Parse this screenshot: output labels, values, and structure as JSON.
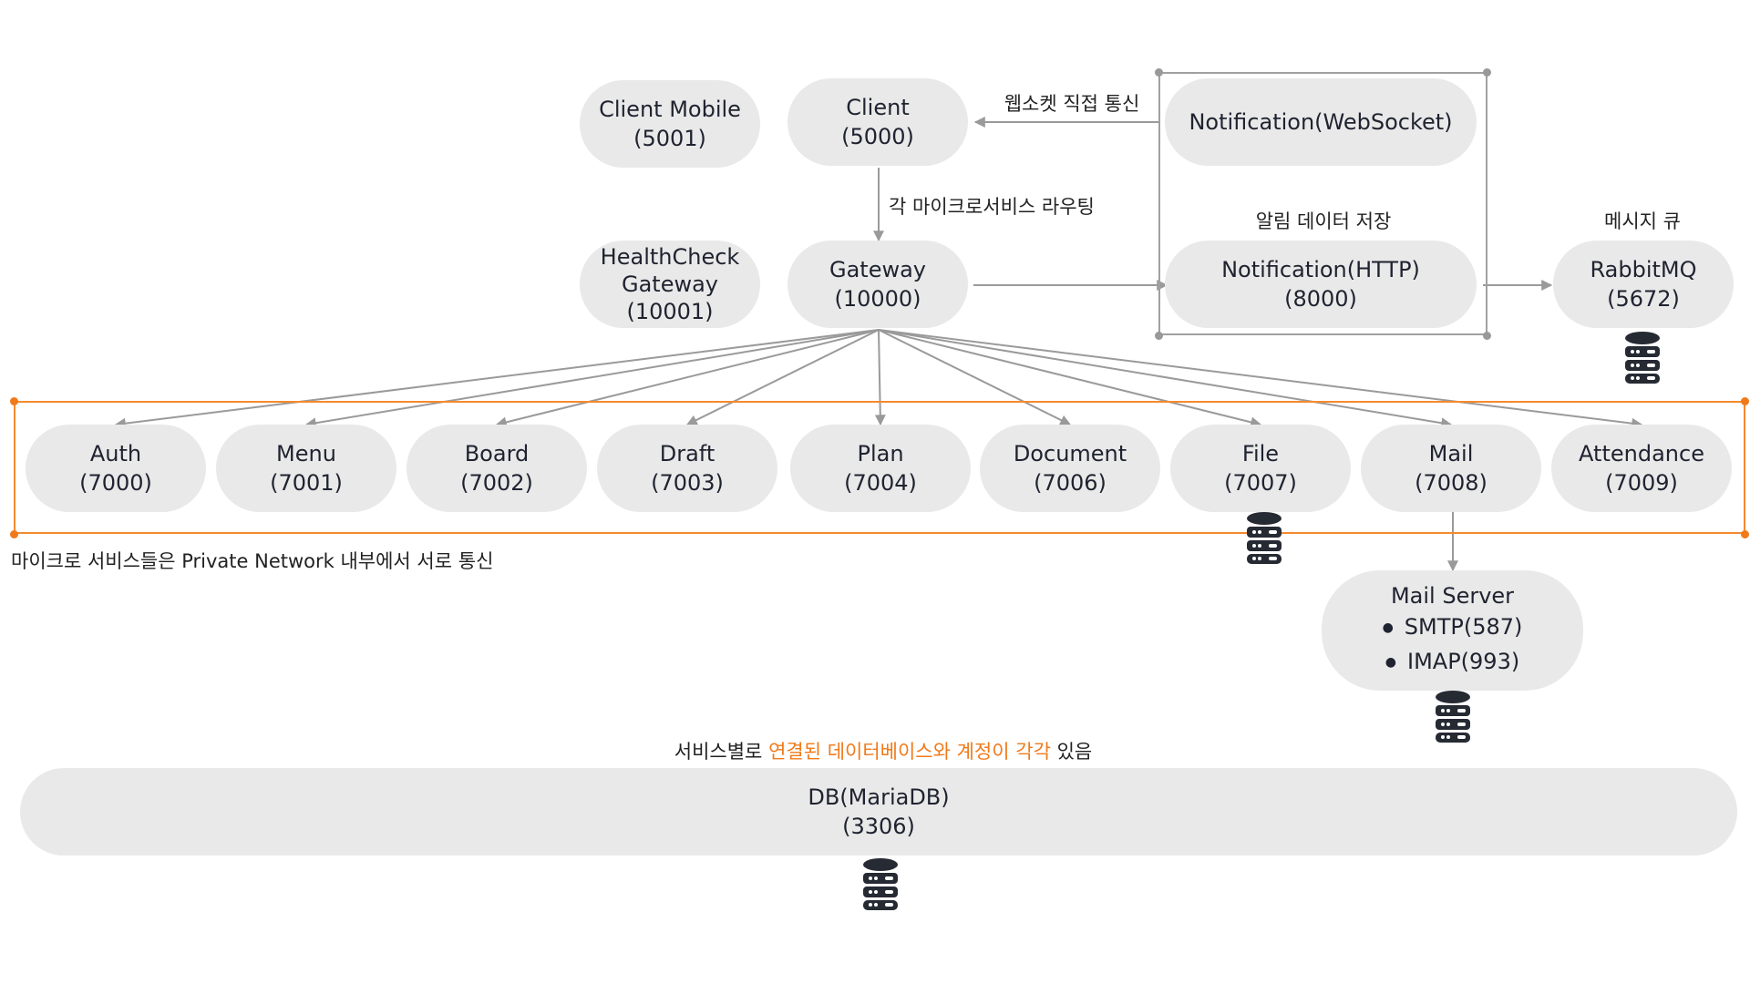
{
  "nodes": {
    "client_mobile": [
      "Client Mobile",
      "(5001)"
    ],
    "client": [
      "Client",
      "(5000)"
    ],
    "notification_ws": [
      "Notification(WebSocket)"
    ],
    "healthcheck_gateway": [
      "HealthCheck",
      "Gateway",
      "(10001)"
    ],
    "gateway": [
      "Gateway",
      "(10000)"
    ],
    "notification_http": [
      "Notification(HTTP)",
      "(8000)"
    ],
    "rabbitmq": [
      "RabbitMQ",
      "(5672)"
    ],
    "services": [
      [
        "Auth",
        "(7000)"
      ],
      [
        "Menu",
        "(7001)"
      ],
      [
        "Board",
        "(7002)"
      ],
      [
        "Draft",
        "(7003)"
      ],
      [
        "Plan",
        "(7004)"
      ],
      [
        "Document",
        "(7006)"
      ],
      [
        "File",
        "(7007)"
      ],
      [
        "Mail",
        "(7008)"
      ],
      [
        "Attendance",
        "(7009)"
      ]
    ],
    "mail_server": {
      "title": "Mail Server",
      "items": [
        "SMTP(587)",
        "IMAP(993)"
      ]
    },
    "db": [
      "DB(MariaDB)",
      "(3306)"
    ]
  },
  "labels": {
    "websocket_direct": "웹소켓 직접 통신",
    "routing": "각 마이크로서비스 라우팅",
    "notification_store": "알림 데이터 저장",
    "message_queue": "메시지 큐",
    "private_network": "마이크로 서비스들은  Private Network 내부에서 서로 통신",
    "db_note": {
      "prefix": "서비스별로 ",
      "highlight": "연결된 데이터베이스와 계정이 각각",
      "suffix": " 있음"
    }
  },
  "icons": [
    "database-icon"
  ],
  "colors": {
    "node_fill": "#e9e9e9",
    "arrow": "#9a9a9a",
    "network_border": "#f58a2e",
    "highlight_text": "#f07a1a",
    "notification_group_border": "#a0a0a0"
  }
}
